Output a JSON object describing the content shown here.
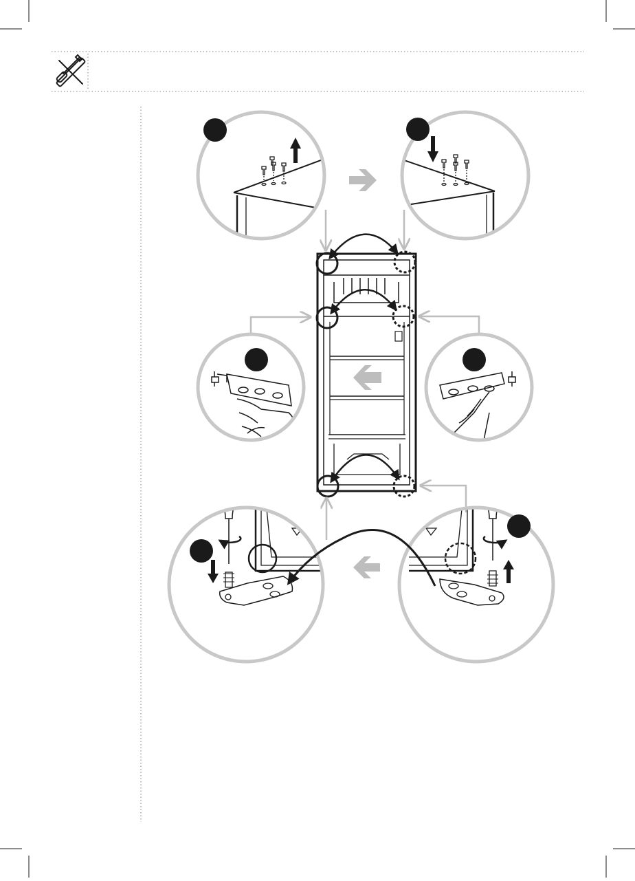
{
  "page": {
    "header_icon": "tools-icon",
    "colors": {
      "line": "#1a1a1a",
      "circle_gray": "#c8c8c8",
      "arrow_gray": "#bdbdbd",
      "marker_black": "#1a1a1a"
    }
  },
  "steps": [
    {
      "id": 1,
      "label": ""
    },
    {
      "id": 2,
      "label": ""
    },
    {
      "id": 3,
      "label": ""
    },
    {
      "id": 4,
      "label": ""
    },
    {
      "id": 5,
      "label": ""
    },
    {
      "id": 6,
      "label": ""
    }
  ]
}
